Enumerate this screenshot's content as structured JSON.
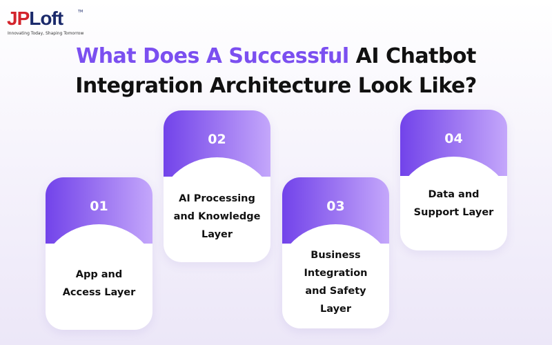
{
  "logo": {
    "jp": "JP",
    "loft": "Loft",
    "tm": "TM",
    "tagline": "Innovating Today, Shaping Tomorrow"
  },
  "title": {
    "line1_accent": "What Does A Successful",
    "line1_rest": "AI Chatbot",
    "line2": "Integration Architecture Look Like?"
  },
  "colors": {
    "accent": "#7b4ff0",
    "card_gradient_start": "#7243ea",
    "card_gradient_end": "#c4a7fb",
    "logo_red": "#d3242c",
    "logo_navy": "#1b2a6b"
  },
  "cards": [
    {
      "number": "01",
      "label": "App and\nAccess Layer"
    },
    {
      "number": "02",
      "label": "AI Processing\nand Knowledge\nLayer"
    },
    {
      "number": "03",
      "label": "Business\nIntegration\nand Safety\nLayer"
    },
    {
      "number": "04",
      "label": "Data and\nSupport Layer"
    }
  ]
}
